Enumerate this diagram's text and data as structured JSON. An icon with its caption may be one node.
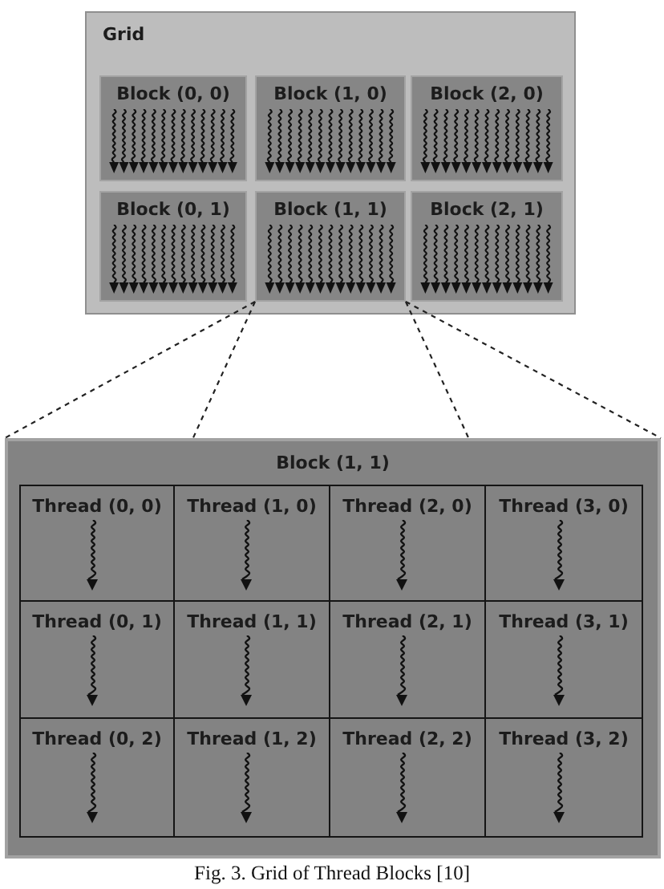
{
  "diagram": {
    "caption": "Fig. 3. Grid of Thread Blocks [10]",
    "nodes": [
      {
        "text": [
          "Grid"
        ]
      },
      {
        "text": [
          "Block (0, 0)"
        ],
        "in": 0
      },
      {
        "text": [
          "Block (1, 0)"
        ],
        "in": 0
      },
      {
        "text": [
          "Block (2, 0)"
        ],
        "in": 0
      },
      {
        "text": [
          "Block (0, 1)"
        ],
        "in": 0
      },
      {
        "text": [
          "Block (1, 1)"
        ],
        "in": 0
      },
      {
        "text": [
          "Block (2, 1)"
        ],
        "in": 0
      },
      {
        "text": [
          "Block (1, 1)"
        ]
      },
      {
        "text": [
          "Thread (0, 0)"
        ],
        "in": 7
      },
      {
        "text": [
          "Thread (1, 0)"
        ],
        "in": 7
      },
      {
        "text": [
          "Thread (2, 0)"
        ],
        "in": 7
      },
      {
        "text": [
          "Thread (3, 0)"
        ],
        "in": 7
      },
      {
        "text": [
          "Thread (0, 1)"
        ],
        "in": 7
      },
      {
        "text": [
          "Thread (1, 1)"
        ],
        "in": 7
      },
      {
        "text": [
          "Thread (2, 1)"
        ],
        "in": 7
      },
      {
        "text": [
          "Thread (3, 1)"
        ],
        "in": 7
      },
      {
        "text": [
          "Thread (0, 2)"
        ],
        "in": 7
      },
      {
        "text": [
          "Thread (1, 2)"
        ],
        "in": 7
      },
      {
        "text": [
          "Thread (2, 2)"
        ],
        "in": 7
      },
      {
        "text": [
          "Thread (3, 2)"
        ],
        "in": 7
      }
    ],
    "edges": [
      {
        "from": 5,
        "to": 7,
        "arrow": "none",
        "style": "dashed"
      },
      {
        "from": 5,
        "to": 7,
        "arrow": "none",
        "style": "dashed"
      },
      {
        "from": 5,
        "to": 7,
        "arrow": "none",
        "style": "dashed"
      },
      {
        "from": 5,
        "to": 7,
        "arrow": "none",
        "style": "dashed"
      }
    ]
  }
}
